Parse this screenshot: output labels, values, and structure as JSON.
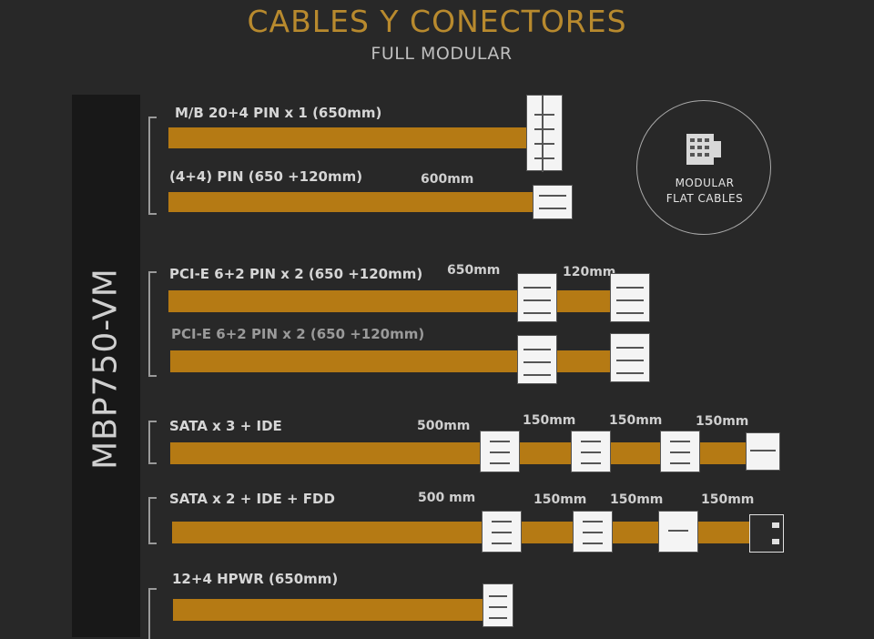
{
  "header": {
    "title": "CABLES Y CONECTORES",
    "subtitle": "FULL MODULAR"
  },
  "side_label": "MBP750-VM",
  "badge": {
    "line1": "MODULAR",
    "line2": "FLAT CABLES",
    "icon": "modular-connector-icon"
  },
  "cables": [
    {
      "label": "M/B 20+4 PIN x 1 (650mm)"
    },
    {
      "label": "(4+4) PIN (650 +120mm)",
      "len1": "600mm"
    },
    {
      "label": "PCI-E 6+2 PIN x 2 (650 +120mm)",
      "len1": "650mm",
      "len2": "120mm"
    },
    {
      "label": "PCI-E 6+2 PIN x 2 (650 +120mm)"
    },
    {
      "label": "SATA x 3 + IDE",
      "len1": "500mm",
      "len2": "150mm",
      "len3": "150mm",
      "len4": "150mm"
    },
    {
      "label": "SATA x 2 + IDE + FDD",
      "len1": "500 mm",
      "len2": "150mm",
      "len3": "150mm",
      "len4": "150mm"
    },
    {
      "label": "12+4 HPWR  (650mm)"
    }
  ],
  "colors": {
    "background": "#282828",
    "wire": "#b57a14",
    "title_gold": "#b88a2e"
  }
}
